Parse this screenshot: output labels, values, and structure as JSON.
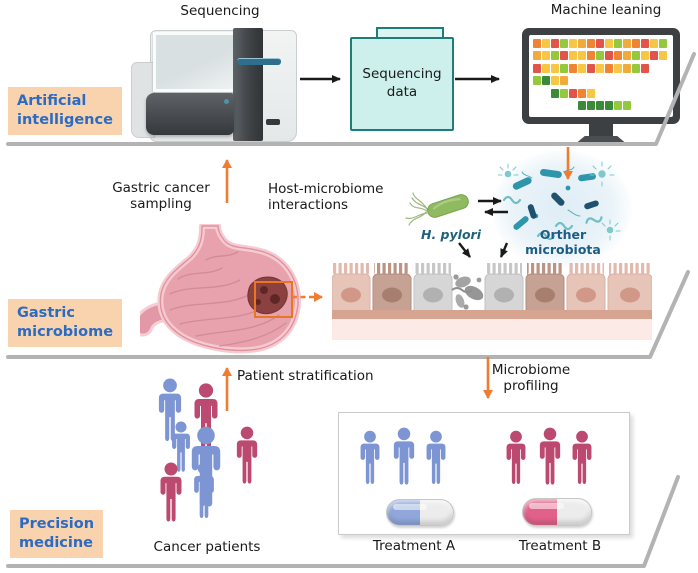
{
  "palette": {
    "orange": "#ed7d31",
    "ink": "#1a1a1a",
    "divider": "#b3b3b3",
    "section_label_bg": "#f8d3ae",
    "section_label_text": "#2b6bc4",
    "person_blue": "#7e95d3",
    "person_pink": "#bc4a70",
    "capsule_blue": "#8fa7da",
    "capsule_pink": "#e2618a",
    "data_box_fill": "#cdf0ec",
    "data_box_border": "#1e7d78",
    "hpylori_green": "#8fba62",
    "microbiota_teal": "#2f95aa",
    "microbiota_navy": "#20516e"
  },
  "sections": {
    "ai": {
      "line1": "Artificial",
      "line2": "intelligence"
    },
    "gastric": {
      "line1": "Gastric",
      "line2": "microbiome"
    },
    "precision": {
      "line1": "Precision",
      "line2": "medicine"
    }
  },
  "top": {
    "sequencer_label": "Sequencing",
    "data_box_line1": "Sequencing",
    "data_box_line2": "data",
    "ml_label": "Machine leaning",
    "heatmap": {
      "palette": {
        "r": "#e2544a",
        "o": "#ef8532",
        "y": "#f6c644",
        "g": "#94c83d",
        "d": "#3a8a3a",
        "a": "#f0ab3a"
      },
      "rows": [
        {
          "offset": 0,
          "cells": "oyrgyaorygaoryg"
        },
        {
          "offset": 0,
          "cells": "aygryyogroagyry"
        },
        {
          "offset": 0,
          "cells": "ryygoyryoyagr"
        },
        {
          "offset": 0,
          "cells": "gdya"
        },
        {
          "offset": 2,
          "cells": "dgroy"
        },
        {
          "offset": 5,
          "cells": "ddddgg"
        }
      ]
    }
  },
  "middle": {
    "sampling_line1": "Gastric cancer",
    "sampling_line2": "sampling",
    "interactions_label": "Host-microbiome interactions",
    "hpylori_label": "H. pylori",
    "microbiota_label": "Orther microbiota"
  },
  "bottom": {
    "stratification_label": "Patient stratification",
    "profiling_line1": "Microbiome",
    "profiling_line2": "profiling",
    "patients_label": "Cancer patients",
    "patients_cluster": [
      "blue",
      "pink",
      "blue",
      "pink",
      "blue",
      "pink",
      "blue"
    ],
    "treatment_a": {
      "label": "Treatment A",
      "people": [
        "blue",
        "blue",
        "blue"
      ],
      "capsule": "blue"
    },
    "treatment_b": {
      "label": "Treatment B",
      "people": [
        "pink",
        "pink",
        "pink"
      ],
      "capsule": "pink"
    }
  }
}
